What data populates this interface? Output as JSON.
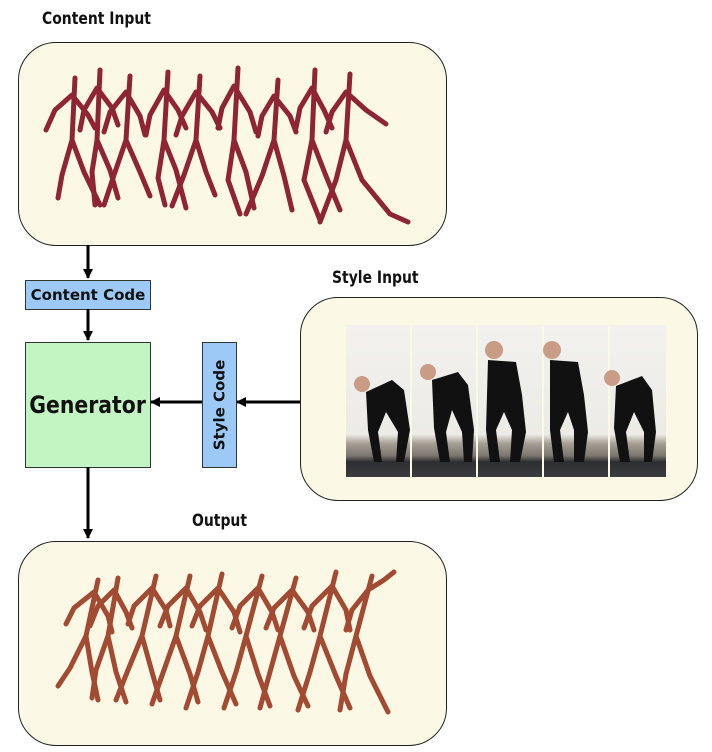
{
  "content_input": {
    "title": "Content Input"
  },
  "content_code": {
    "label": "Content Code"
  },
  "generator": {
    "label": "Generator"
  },
  "style_code": {
    "label": "Style Code"
  },
  "style_input": {
    "title": "Style Input",
    "frame_count": 5
  },
  "output": {
    "title": "Output"
  },
  "colors": {
    "panel_fill": "#fbf9e6",
    "code_box": "#9cc9f5",
    "generator_box": "#c3f5c3",
    "content_figure": "#8e2434",
    "output_figure": "#a34a33"
  }
}
